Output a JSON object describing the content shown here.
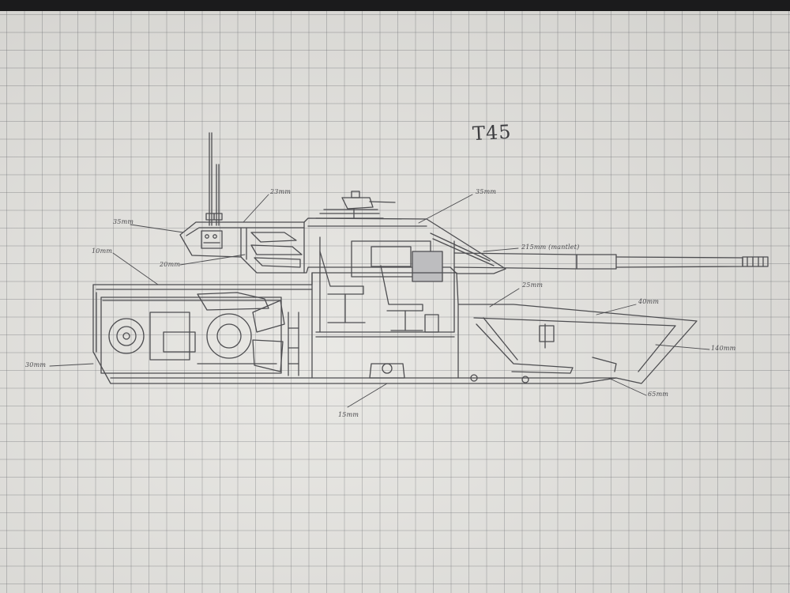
{
  "drawing": {
    "title": "T45",
    "armor_labels": {
      "turret_top": "23mm",
      "turret_roof_front": "35mm",
      "turret_rear": "35mm",
      "hull_roof_rear": "10mm",
      "turret_bustle_lower": "20mm",
      "gun": "215mm (mantlet)",
      "hull_roof_front": "25mm",
      "upper_glacis": "40mm",
      "lower_front": "140mm",
      "lower_plate": "65mm",
      "hull_rear": "30mm",
      "belly": "15mm"
    },
    "colors": {
      "paper": "#e7e6e2",
      "grid": "#8a8a90",
      "pencil": "#4a4a4d",
      "background": "#1b1b1c"
    }
  }
}
